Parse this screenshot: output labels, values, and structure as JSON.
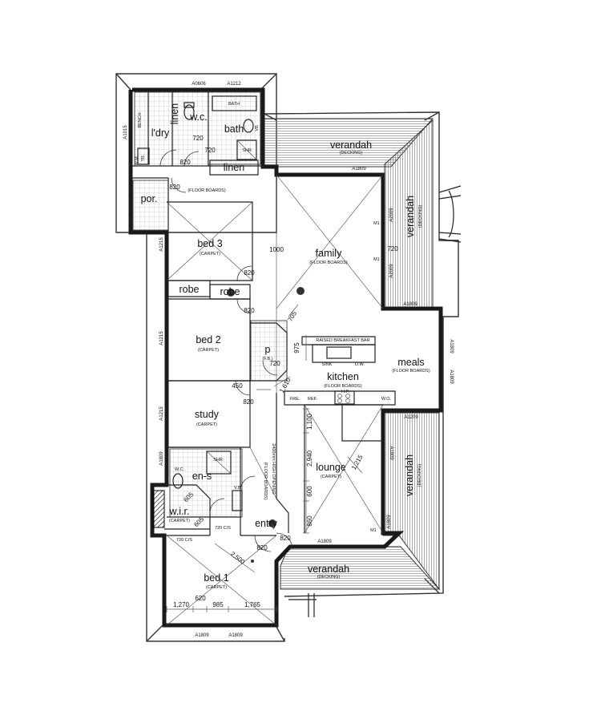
{
  "rooms": {
    "laundry": {
      "name": "l'dry"
    },
    "wc": {
      "name": "w.c."
    },
    "bath": {
      "name": "bath",
      "fixture": "BATH",
      "shower": "SHR",
      "vanity": "VB"
    },
    "linen_upper": {
      "name": "linen"
    },
    "linen_hall": {
      "name": "linen"
    },
    "porch": {
      "name": "por."
    },
    "bed3": {
      "name": "bed 3",
      "floor": "(CARPET)"
    },
    "bed2": {
      "name": "bed 2",
      "floor": "(CARPET)"
    },
    "study": {
      "name": "study",
      "floor": "(CARPET)"
    },
    "robe1": {
      "name": "robe"
    },
    "robe2": {
      "name": "robe"
    },
    "family": {
      "name": "family",
      "floor": "(FLOOR BOARDS)"
    },
    "pantry": {
      "name": "p",
      "sub": "(F.B.)"
    },
    "kitchen": {
      "name": "kitchen",
      "floor": "(FLOOR BOARDS)"
    },
    "meals": {
      "name": "meals",
      "floor": "(FLOOR BOARDS)"
    },
    "lounge": {
      "name": "lounge",
      "floor": "(CARPET)"
    },
    "ensuite": {
      "name": "en-s",
      "shower": "SHR",
      "wc": "W.C.",
      "vanity": "V.B."
    },
    "wir": {
      "name": "w.i.r.",
      "floor": "(CARPET)"
    },
    "entry": {
      "name": "entry"
    },
    "bed1": {
      "name": "bed 1",
      "floor": "(CARPET)"
    },
    "verandah_top": {
      "name": "verandah",
      "floor": "(DECKING)"
    },
    "verandah_right": {
      "name": "verandah",
      "floor": "(DECKING)"
    },
    "verandah_lounge": {
      "name": "verandah",
      "floor": "(DECKING)"
    },
    "verandah_bottom": {
      "name": "verandah",
      "floor": "(DECKING)"
    }
  },
  "labels": {
    "bench": "BENCH",
    "tr": "TR.",
    "wm": "W.M.",
    "floor_boards_hall": "(FLOOR BOARDS)",
    "floor_boards_corridor": "(FLOOR BOARDS)",
    "opening": "2400mm HIGH OPENING",
    "breakfast_bar": "RAISED BREAKFAST BAR",
    "sink": "SINK",
    "dw": "D.W.",
    "hp": "H.P.",
    "fre": "FRE.",
    "ref": "REF.",
    "wo": "W.O.",
    "m1_a": "M1",
    "m1_b": "M1",
    "m1_c": "M1",
    "wir_cs": "720 C/S",
    "wir_cs2": "720 C/S"
  },
  "windows": {
    "a0606": "A0606",
    "a1212": "A1212",
    "a1015": "A1015",
    "a1809_top": "A1809",
    "a1215_1": "A1215",
    "a1215_2": "A1215",
    "a1215_3": "A1215",
    "a1809_ens": "A1809",
    "a2009_1": "A2009",
    "a2009_2": "A2009",
    "a1809_fam": "A1809",
    "a1809_meals_1": "A1809",
    "a1809_meals_2": "A1809",
    "a1209": "A1209",
    "a1809_l1": "A1809",
    "a1809_l2": "A1809",
    "a1809_lounge_bot": "A1809",
    "a1809_b1": "A1809",
    "a1809_b2": "A1809"
  },
  "dims": {
    "d720_wc": "720",
    "d720_bath": "720",
    "d820_ldry": "820",
    "d820_por": "820",
    "d1000": "1000",
    "d820_bed3": "820",
    "d820_bed2": "820",
    "d705": "705",
    "d975": "975",
    "d720_p": "720",
    "d1610": "1,610",
    "d450": "450",
    "d820_study": "820",
    "d1100": "1,100",
    "d2940": "2,940",
    "d600": "600",
    "d860": "860",
    "d1215": "1,215",
    "d720_veranda": "720",
    "d605_a": "605",
    "d605_b": "605",
    "d820_entry": "820",
    "d820_bed1": "820",
    "d2500": "2,500",
    "d1270": "1,270",
    "d620": "620",
    "d985": "985",
    "d1765": "1,765"
  }
}
